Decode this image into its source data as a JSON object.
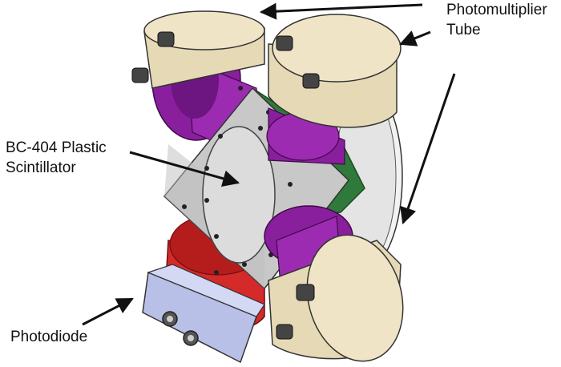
{
  "labels": {
    "photomultiplier_line1": "Photomultiplier",
    "photomultiplier_line2": "Tube",
    "scintillator_line1": "BC-404 Plastic",
    "scintillator_line2": "Scintillator",
    "photodiode": "Photodiode"
  },
  "colors": {
    "pmt_housing": "#e6d9b6",
    "pmt_flange": "#8a1f9e",
    "scintillator_frame": "#c8c8c8",
    "scintillator_window": "#dcdcdc",
    "side_panel": "#2f7a3a",
    "photodiode_body": "#d42a2a",
    "photodiode_block": "#b9c0e8",
    "arrow": "#111111"
  }
}
